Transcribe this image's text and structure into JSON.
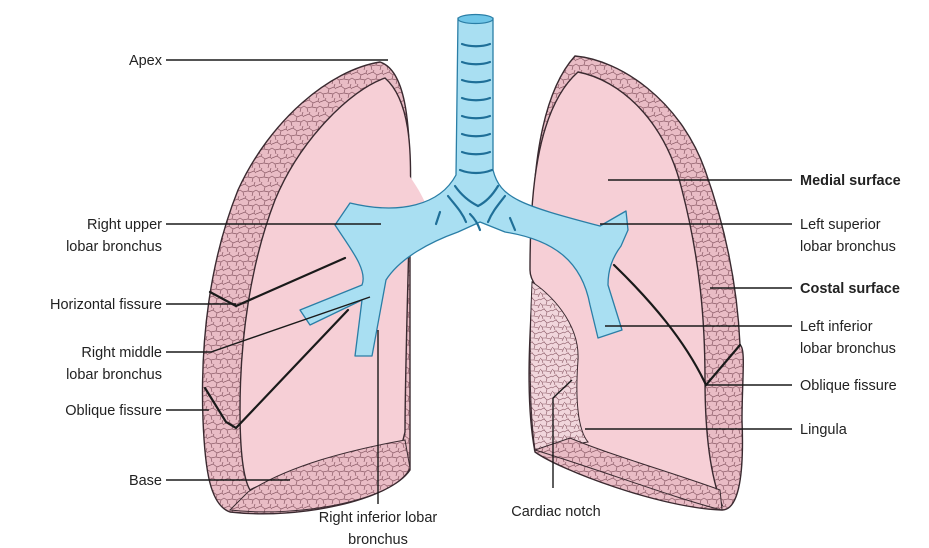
{
  "labels": {
    "apex": "Apex",
    "right_upper_1": "Right upper",
    "right_upper_2": "lobar bronchus",
    "horizontal_fissure": "Horizontal fissure",
    "right_middle_1": "Right middle",
    "right_middle_2": "lobar bronchus",
    "oblique_fissure_left_side": "Oblique fissure",
    "base": "Base",
    "right_inferior_1": "Right inferior lobar",
    "right_inferior_2": "bronchus",
    "cardiac_notch": "Cardiac notch",
    "medial_surface": "Medial surface",
    "left_superior_1": "Left superior",
    "left_superior_2": "lobar bronchus",
    "costal_surface": "Costal surface",
    "left_inferior_1": "Left inferior",
    "left_inferior_2": "lobar bronchus",
    "oblique_fissure_right_side": "Oblique fissure",
    "lingula": "Lingula"
  },
  "colors": {
    "lung_fill": "#f6cfd6",
    "lung_cut_surface": "#e7b3bd",
    "tissue_mesh": "#8a5a66",
    "airway_fill": "#a9dff2",
    "airway_edge": "#2a7ea6",
    "cartilage_ring": "#1f6f98",
    "leader_line": "#1a1a1a"
  }
}
